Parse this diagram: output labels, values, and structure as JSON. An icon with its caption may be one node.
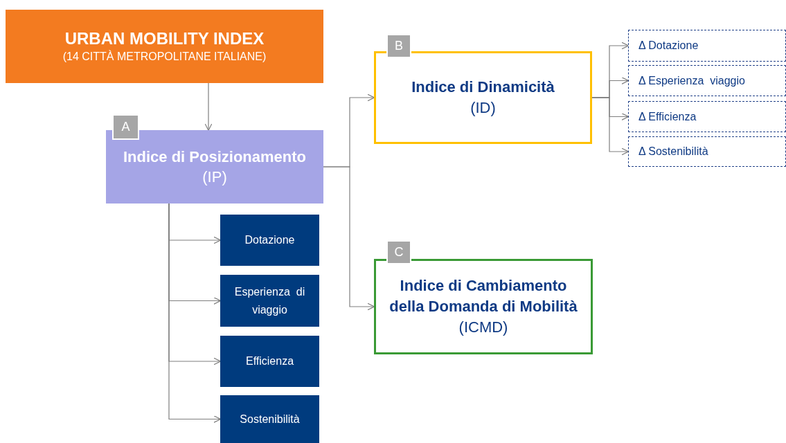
{
  "diagram": {
    "nodes": [
      {
        "text": [
          "URBAN MOBILITY INDEX",
          "(14 CITTÀ METROPOLITANE ITALIANE)"
        ]
      },
      {
        "text": [
          "A"
        ]
      },
      {
        "text": [
          "Indice di Posizionamento",
          "(IP)"
        ]
      },
      {
        "text": [
          "Dotazione"
        ]
      },
      {
        "text": [
          "Esperienza  di viaggio"
        ]
      },
      {
        "text": [
          "Efficienza"
        ]
      },
      {
        "text": [
          "Sostenibilità"
        ]
      },
      {
        "text": [
          "B"
        ]
      },
      {
        "text": [
          "Indice di Dinamicità",
          "(ID)"
        ]
      },
      {
        "text": [
          "Δ Dotazione"
        ]
      },
      {
        "text": [
          "Δ Esperienza  viaggio"
        ]
      },
      {
        "text": [
          "Δ Efficienza"
        ]
      },
      {
        "text": [
          "Δ Sostenibilità"
        ]
      },
      {
        "text": [
          "C"
        ]
      },
      {
        "text": [
          "Indice di Cambiamento della Domanda di Mobilità",
          "(ICMD)"
        ]
      }
    ],
    "edges": [
      {
        "from": 0,
        "to": 2,
        "arrow": "to"
      },
      {
        "from": 2,
        "to": 3,
        "arrow": "to"
      },
      {
        "from": 2,
        "to": 4,
        "arrow": "to"
      },
      {
        "from": 2,
        "to": 5,
        "arrow": "to"
      },
      {
        "from": 2,
        "to": 6,
        "arrow": "to"
      },
      {
        "from": 2,
        "to": 8,
        "arrow": "to"
      },
      {
        "from": 2,
        "to": 14,
        "arrow": "to"
      },
      {
        "from": 8,
        "to": 9,
        "arrow": "to"
      },
      {
        "from": 8,
        "to": 10,
        "arrow": "to"
      },
      {
        "from": 8,
        "to": 11,
        "arrow": "to"
      },
      {
        "from": 8,
        "to": 12,
        "arrow": "to"
      }
    ]
  }
}
